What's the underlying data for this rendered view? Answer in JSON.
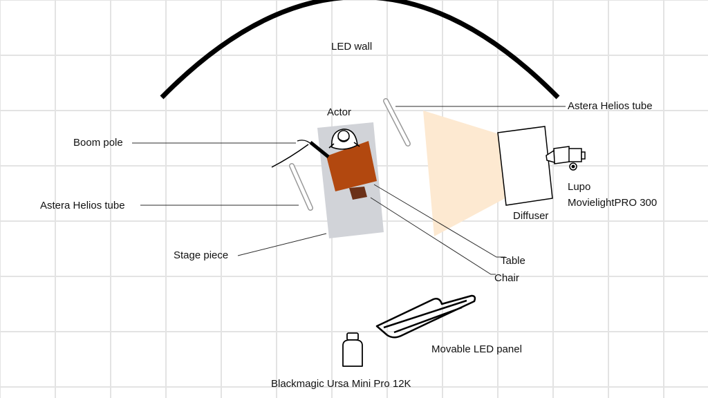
{
  "labels": {
    "led_wall": "LED wall",
    "actor": "Actor",
    "boom_pole": "Boom pole",
    "astera_top": "Astera Helios tube",
    "astera_left": "Astera Helios tube",
    "lupo_line1": "Lupo",
    "lupo_line2": "MovielightPRO 300",
    "diffuser": "Diffuser",
    "stage_piece": "Stage piece",
    "table": "Table",
    "chair": "Chair",
    "movable_led": "Movable LED panel",
    "camera": "Blackmagic Ursa Mini Pro 12K"
  },
  "colors": {
    "grid": "#e3e3e3",
    "stage": "#d1d3d8",
    "table": "#b2480f",
    "chair": "#6b3118",
    "light_beam": "#fde9d1",
    "ink": "#000000"
  }
}
